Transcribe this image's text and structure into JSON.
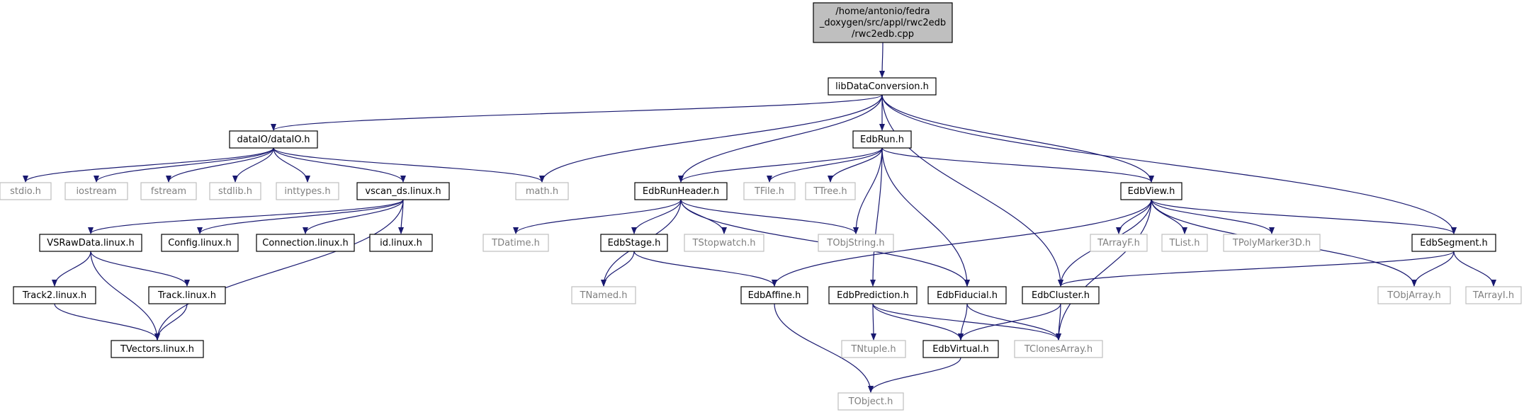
{
  "graph": {
    "colors": {
      "edge": "#191970",
      "root_fill": "#bfbfbf",
      "node_border": "#000000",
      "external_border": "#bfbfbf",
      "external_text": "#7f7f7f",
      "text": "#000000"
    },
    "nodes": [
      {
        "id": "root",
        "lines": [
          "/home/antonio/fedra",
          "_doxygen/src/appl/rwc2edb",
          "/rwc2edb.cpp"
        ],
        "kind": "root"
      },
      {
        "id": "libdc",
        "lines": [
          "libDataConversion.h"
        ],
        "kind": "normal"
      },
      {
        "id": "dataio",
        "lines": [
          "dataIO/dataIO.h"
        ],
        "kind": "normal"
      },
      {
        "id": "edbrun",
        "lines": [
          "EdbRun.h"
        ],
        "kind": "normal"
      },
      {
        "id": "stdio",
        "lines": [
          "stdio.h"
        ],
        "kind": "external"
      },
      {
        "id": "iostream",
        "lines": [
          "iostream"
        ],
        "kind": "external"
      },
      {
        "id": "fstream",
        "lines": [
          "fstream"
        ],
        "kind": "external"
      },
      {
        "id": "stdlib",
        "lines": [
          "stdlib.h"
        ],
        "kind": "external"
      },
      {
        "id": "inttypes",
        "lines": [
          "inttypes.h"
        ],
        "kind": "external"
      },
      {
        "id": "vscan",
        "lines": [
          "vscan_ds.linux.h"
        ],
        "kind": "normal"
      },
      {
        "id": "math",
        "lines": [
          "math.h"
        ],
        "kind": "external"
      },
      {
        "id": "edbrunheader",
        "lines": [
          "EdbRunHeader.h"
        ],
        "kind": "normal"
      },
      {
        "id": "tfile",
        "lines": [
          "TFile.h"
        ],
        "kind": "external"
      },
      {
        "id": "ttree",
        "lines": [
          "TTree.h"
        ],
        "kind": "external"
      },
      {
        "id": "edbview",
        "lines": [
          "EdbView.h"
        ],
        "kind": "normal"
      },
      {
        "id": "vsraw",
        "lines": [
          "VSRawData.linux.h"
        ],
        "kind": "normal"
      },
      {
        "id": "config",
        "lines": [
          "Config.linux.h"
        ],
        "kind": "normal"
      },
      {
        "id": "connection",
        "lines": [
          "Connection.linux.h"
        ],
        "kind": "normal"
      },
      {
        "id": "idlinux",
        "lines": [
          "id.linux.h"
        ],
        "kind": "normal"
      },
      {
        "id": "tdatime",
        "lines": [
          "TDatime.h"
        ],
        "kind": "external"
      },
      {
        "id": "edbstage",
        "lines": [
          "EdbStage.h"
        ],
        "kind": "normal"
      },
      {
        "id": "tstopwatch",
        "lines": [
          "TStopwatch.h"
        ],
        "kind": "external"
      },
      {
        "id": "tobjstring",
        "lines": [
          "TObjString.h"
        ],
        "kind": "external"
      },
      {
        "id": "tarrayf",
        "lines": [
          "TArrayF.h"
        ],
        "kind": "external"
      },
      {
        "id": "tlist",
        "lines": [
          "TList.h"
        ],
        "kind": "external"
      },
      {
        "id": "tpolymarker",
        "lines": [
          "TPolyMarker3D.h"
        ],
        "kind": "external"
      },
      {
        "id": "edbsegment",
        "lines": [
          "EdbSegment.h"
        ],
        "kind": "normal"
      },
      {
        "id": "track2",
        "lines": [
          "Track2.linux.h"
        ],
        "kind": "normal"
      },
      {
        "id": "track",
        "lines": [
          "Track.linux.h"
        ],
        "kind": "normal"
      },
      {
        "id": "tnamed",
        "lines": [
          "TNamed.h"
        ],
        "kind": "external"
      },
      {
        "id": "edbaffine",
        "lines": [
          "EdbAffine.h"
        ],
        "kind": "normal"
      },
      {
        "id": "edbprediction",
        "lines": [
          "EdbPrediction.h"
        ],
        "kind": "normal"
      },
      {
        "id": "edbfiducial",
        "lines": [
          "EdbFiducial.h"
        ],
        "kind": "normal"
      },
      {
        "id": "edbcluster",
        "lines": [
          "EdbCluster.h"
        ],
        "kind": "normal"
      },
      {
        "id": "tobjarray",
        "lines": [
          "TObjArray.h"
        ],
        "kind": "external"
      },
      {
        "id": "tarrayi",
        "lines": [
          "TArrayI.h"
        ],
        "kind": "external"
      },
      {
        "id": "tvectors",
        "lines": [
          "TVectors.linux.h"
        ],
        "kind": "normal"
      },
      {
        "id": "tntuple",
        "lines": [
          "TNtuple.h"
        ],
        "kind": "external"
      },
      {
        "id": "edbvirtual",
        "lines": [
          "EdbVirtual.h"
        ],
        "kind": "normal"
      },
      {
        "id": "tclones",
        "lines": [
          "TClonesArray.h"
        ],
        "kind": "external"
      },
      {
        "id": "tobject",
        "lines": [
          "TObject.h"
        ],
        "kind": "external"
      }
    ],
    "edges": [
      [
        "root",
        "libdc"
      ],
      [
        "libdc",
        "dataio"
      ],
      [
        "libdc",
        "math"
      ],
      [
        "libdc",
        "edbrunheader"
      ],
      [
        "libdc",
        "edbrun"
      ],
      [
        "libdc",
        "edbcluster"
      ],
      [
        "libdc",
        "edbview"
      ],
      [
        "libdc",
        "edbsegment"
      ],
      [
        "dataio",
        "stdio"
      ],
      [
        "dataio",
        "iostream"
      ],
      [
        "dataio",
        "fstream"
      ],
      [
        "dataio",
        "stdlib"
      ],
      [
        "dataio",
        "inttypes"
      ],
      [
        "dataio",
        "vscan"
      ],
      [
        "dataio",
        "math"
      ],
      [
        "vscan",
        "vsraw"
      ],
      [
        "vscan",
        "config"
      ],
      [
        "vscan",
        "connection"
      ],
      [
        "vscan",
        "idlinux"
      ],
      [
        "vscan",
        "tvectors"
      ],
      [
        "vsraw",
        "track2"
      ],
      [
        "vsraw",
        "track"
      ],
      [
        "vsraw",
        "tvectors"
      ],
      [
        "track2",
        "tvectors"
      ],
      [
        "track",
        "tvectors"
      ],
      [
        "edbrun",
        "edbrunheader"
      ],
      [
        "edbrun",
        "tfile"
      ],
      [
        "edbrun",
        "ttree"
      ],
      [
        "edbrun",
        "tobjstring"
      ],
      [
        "edbrun",
        "edbview"
      ],
      [
        "edbrun",
        "edbprediction"
      ],
      [
        "edbrun",
        "edbfiducial"
      ],
      [
        "edbrunheader",
        "tdatime"
      ],
      [
        "edbrunheader",
        "tnamed"
      ],
      [
        "edbrunheader",
        "edbstage"
      ],
      [
        "edbrunheader",
        "tstopwatch"
      ],
      [
        "edbrunheader",
        "tobjstring"
      ],
      [
        "edbrunheader",
        "edbfiducial"
      ],
      [
        "edbstage",
        "tnamed"
      ],
      [
        "edbstage",
        "edbaffine"
      ],
      [
        "edbview",
        "edbaffine"
      ],
      [
        "edbview",
        "edbcluster"
      ],
      [
        "edbview",
        "tarrayf"
      ],
      [
        "edbview",
        "tlist"
      ],
      [
        "edbview",
        "tpolymarker"
      ],
      [
        "edbview",
        "edbsegment"
      ],
      [
        "edbview",
        "tobjarray"
      ],
      [
        "edbview",
        "tclones"
      ],
      [
        "edbsegment",
        "edbcluster"
      ],
      [
        "edbsegment",
        "tobjarray"
      ],
      [
        "edbsegment",
        "tarrayi"
      ],
      [
        "edbaffine",
        "tobject"
      ],
      [
        "edbprediction",
        "tntuple"
      ],
      [
        "edbprediction",
        "edbvirtual"
      ],
      [
        "edbprediction",
        "tclones"
      ],
      [
        "edbfiducial",
        "edbvirtual"
      ],
      [
        "edbfiducial",
        "tclones"
      ],
      [
        "edbcluster",
        "edbvirtual"
      ],
      [
        "edbcluster",
        "tclones"
      ],
      [
        "edbvirtual",
        "tobject"
      ]
    ]
  }
}
